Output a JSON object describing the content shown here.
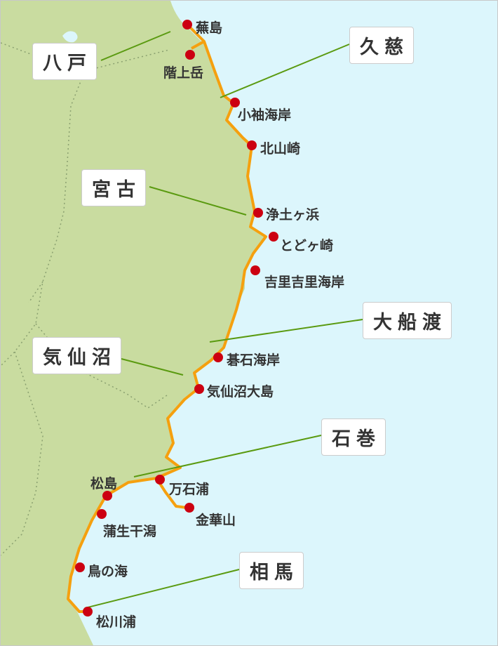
{
  "colors": {
    "land": "#c9dca0",
    "sea": "#dcf6fc",
    "route": "#f5a00f",
    "spot": "#cc0011",
    "leader": "#5a9a10"
  },
  "cities": [
    {
      "label": "八戸"
    },
    {
      "label": "久慈"
    },
    {
      "label": "宮古"
    },
    {
      "label": "大船渡"
    },
    {
      "label": "気仙沼"
    },
    {
      "label": "石巻"
    },
    {
      "label": "相馬"
    }
  ],
  "spots": [
    {
      "label": "蕪島"
    },
    {
      "label": "階上岳"
    },
    {
      "label": "小袖海岸"
    },
    {
      "label": "北山崎"
    },
    {
      "label": "浄土ヶ浜"
    },
    {
      "label": "とどヶ崎"
    },
    {
      "label": "吉里吉里海岸"
    },
    {
      "label": "碁石海岸"
    },
    {
      "label": "気仙沼大島"
    },
    {
      "label": "万石浦"
    },
    {
      "label": "金華山"
    },
    {
      "label": "松島"
    },
    {
      "label": "蒲生干潟"
    },
    {
      "label": "鳥の海"
    },
    {
      "label": "松川浦"
    }
  ]
}
